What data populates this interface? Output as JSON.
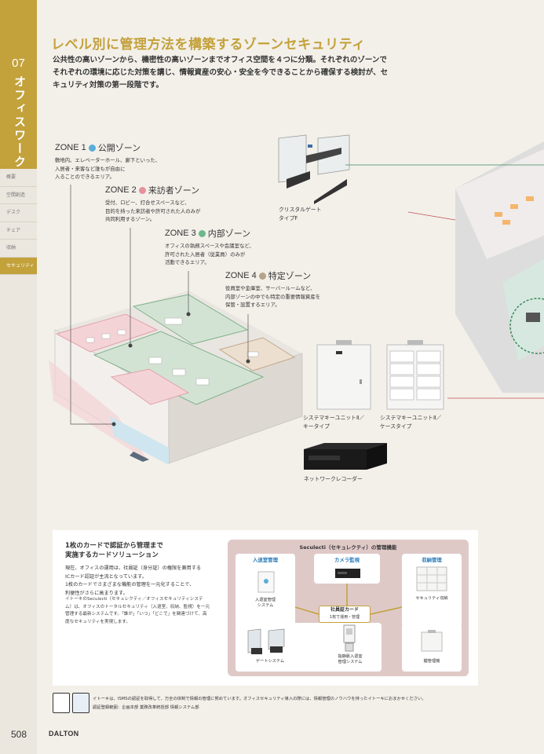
{
  "sidebar": {
    "chapter_number": "07",
    "chapter_title": "オフィスワーク",
    "nav": [
      {
        "label": "概要",
        "active": false
      },
      {
        "label": "空間創造",
        "active": false
      },
      {
        "label": "デスク",
        "active": false
      },
      {
        "label": "チェア",
        "active": false
      },
      {
        "label": "収納",
        "active": false
      },
      {
        "label": "セキュリティ",
        "active": true
      }
    ]
  },
  "page_number": "508",
  "brand": "DALTON",
  "main": {
    "title": "レベル別に管理方法を構築するゾーンセキュリティ",
    "intro": "公共性の高いゾーンから、機密性の高いゾーンまでオフィス空間を４つに分類。それぞれのゾーンでそれぞれの環境に応じた対策を講じ、情報資産の安心・安全を今できることから確保する検討が、セキュリティ対策の第一段階です。"
  },
  "zones": [
    {
      "title": "ZONE 1",
      "name": "公開ゾーン",
      "color": "#5aaed8",
      "desc": [
        "敷地内、エレベーターホール、廊下といった、",
        "入居者・来客など誰もが自由に",
        "入ることのできるエリア。"
      ]
    },
    {
      "title": "ZONE 2",
      "name": "来訪者ゾーン",
      "color": "#e6909c",
      "desc": [
        "受付、ロビー、打合せスペースなど、",
        "目的を持った来訪者や許可された人のみが",
        "共同利用するゾーン。"
      ]
    },
    {
      "title": "ZONE 3",
      "name": "内部ゾーン",
      "color": "#6bb88a",
      "desc": [
        "オフィスの執務スペースや会議室など、",
        "許可された入居者（従業員）のみが",
        "活動できるエリア。"
      ]
    },
    {
      "title": "ZONE 4",
      "name": "特定ゾーン",
      "color": "#b5a48c",
      "desc": [
        "役員室や金庫室、サーバールームなど、",
        "内部ゾーンの中でも特定の重要情報資産を",
        "保管・設置するエリア。"
      ]
    }
  ],
  "products": {
    "gate": [
      "クリスタルゲート",
      "タイプF"
    ],
    "key_unit": [
      "システマキーユニットⅡ／",
      "キータイプ"
    ],
    "case_unit": [
      "システマキーユニットⅡ／",
      "ケースタイプ"
    ],
    "recorder": "ネットワークレコーダー"
  },
  "feature": {
    "heading": [
      "1枚のカードで認証から管理まで",
      "実施するカードソリューション"
    ],
    "body": [
      "現在、オフィスの運用は、社員証（身分証）の権限を兼用する",
      "ICカード認証が主流となっています。",
      "1枚のカードでさまざまな機能の管理を一元化することで、",
      "利便性がさらに高まります。"
    ],
    "body2": [
      "イトーキのSeculecti（セキュレクティ／オフィスセキュリティシステ",
      "ム）は、オフィスのトータルセキュリティ（入退室、収納、監視）を一元",
      "管理する最新システムです。「誰が」「いつ」「どこで」を関連づけて、高",
      "度なセキュリティを実現します。"
    ],
    "diagram": {
      "title": "Seculecti（セキュレクティ）の管理機能",
      "entry_label": "入退室管理",
      "camera_label": "カメラ監視",
      "storage_label": "収納管理",
      "entry_cap": [
        "入退室管理",
        "システム"
      ],
      "storage_cap": "セキュリティ収納",
      "card_title": "社員証カード",
      "card_sub": "1枚で運用・管理",
      "gate_cap": "ゲートシステム",
      "finger_cap": [
        "指静脈入退室",
        "管理システム"
      ],
      "key_cap": "鍵管理機"
    }
  },
  "footer": {
    "line1": "イトーキは、ISMSの認証を取得して、万全の体制で情報の管理に努めています。オフィスセキュリティ導入の際には、情報管理のノウハウを持ったイトーキにおまかせください。",
    "line2": "認証登録範囲：企画本部 業務改革統括部 情報システム部"
  }
}
